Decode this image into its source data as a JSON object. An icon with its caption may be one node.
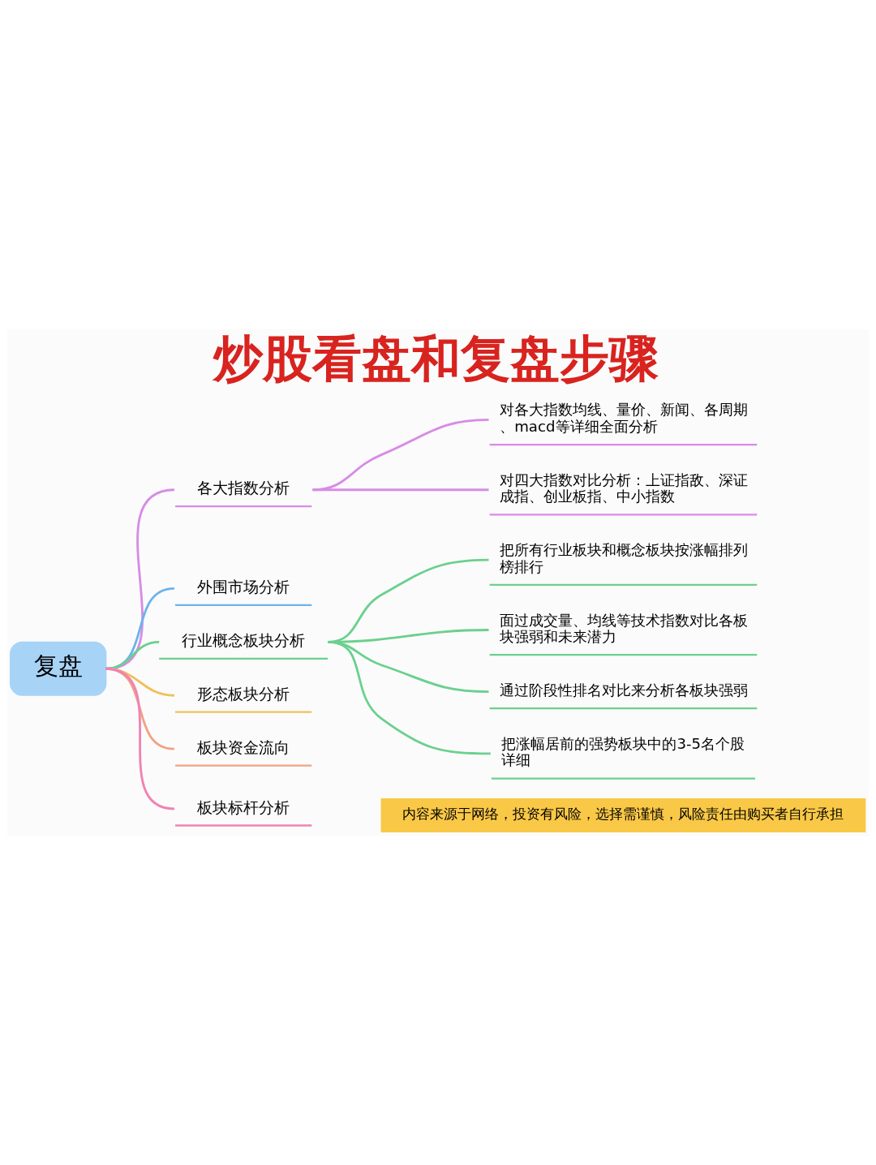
{
  "diagram": {
    "title": "炒股看盘和复盘步骤",
    "caption": "内容来源于网络，投资有风险，选择需谨慎，风险责任由购买者自行承担",
    "nodes": [
      {
        "text": [
          "复盘"
        ]
      },
      {
        "text": [
          "各大指数分析"
        ]
      },
      {
        "text": [
          "对各大指数均线、量价、新闻、各周期、macd等详细全面分析"
        ]
      },
      {
        "text": [
          "对四大指数对比分析：上证指敌、深证成指、创业板指、中小指数"
        ]
      },
      {
        "text": [
          "外围市场分析"
        ]
      },
      {
        "text": [
          "行业概念板块分析"
        ]
      },
      {
        "text": [
          "把所有行业板块和概念板块按涨幅排列榜排行"
        ]
      },
      {
        "text": [
          "面过成交量、均线等技术指数对比各板块强弱和未来潜力"
        ]
      },
      {
        "text": [
          "通过阶段性排名对比来分析各板块强弱"
        ]
      },
      {
        "text": [
          "把涨幅居前的强势板块中的3-5名个股详细"
        ]
      },
      {
        "text": [
          "形态板块分析"
        ]
      },
      {
        "text": [
          "板块资金流向"
        ]
      },
      {
        "text": [
          "板块标杆分析"
        ]
      }
    ],
    "edges": [
      {
        "from": 0,
        "to": 1,
        "arrow": "none",
        "color": "#d88be6"
      },
      {
        "from": 1,
        "to": 2,
        "arrow": "none",
        "color": "#d88be6"
      },
      {
        "from": 1,
        "to": 3,
        "arrow": "none",
        "color": "#d88be6"
      },
      {
        "from": 0,
        "to": 4,
        "arrow": "none",
        "color": "#6ab4ea"
      },
      {
        "from": 0,
        "to": 5,
        "arrow": "none"
      },
      {
        "from": 5,
        "to": 6,
        "arrow": "none"
      },
      {
        "from": 5,
        "to": 7,
        "arrow": "none"
      },
      {
        "from": 5,
        "to": 8,
        "arrow": "none"
      },
      {
        "from": 5,
        "to": 9,
        "arrow": "none"
      },
      {
        "from": 0,
        "to": 10,
        "arrow": "none",
        "color": "#efc15c"
      },
      {
        "from": 0,
        "to": 11,
        "arrow": "none",
        "color": "#f2a282"
      },
      {
        "from": 0,
        "to": 12,
        "arrow": "none",
        "color": "#f082b4"
      }
    ]
  }
}
